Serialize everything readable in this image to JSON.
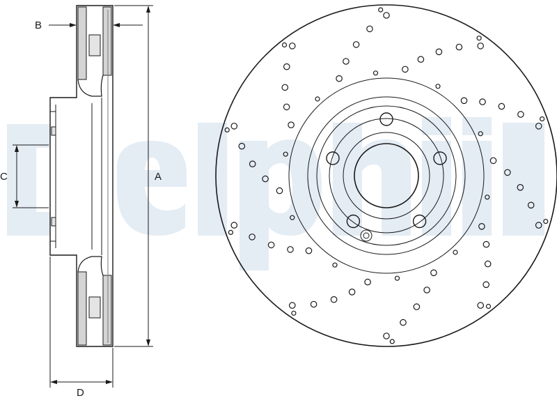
{
  "watermark": {
    "brand": "Delphi",
    "color": "#e4ecf4"
  },
  "labels": {
    "a": "A",
    "b": "B",
    "c": "C",
    "d": "D"
  },
  "colors": {
    "line": "#1a1a1a",
    "shade": "#d4d4d4",
    "paper": "#ffffff"
  }
}
